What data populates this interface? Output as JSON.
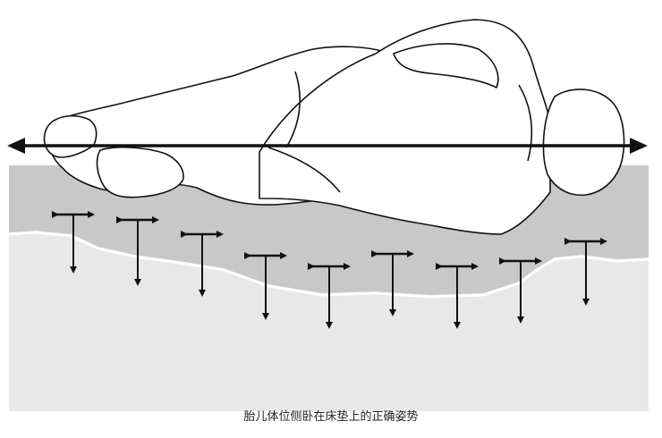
{
  "caption": "胎儿体位侧卧在床垫上的正确姿势",
  "colors": {
    "mattress_top": "#c8c8c8",
    "mattress_bottom": "#e8e8e8",
    "outline": "#111111",
    "body_fill": "#ffffff"
  },
  "icons": {
    "spine_line": "double-headed-arrow",
    "pressure_markers": "t-arrow-down-with-horizontal-double-arrow"
  },
  "pressure_marker_count": 9
}
